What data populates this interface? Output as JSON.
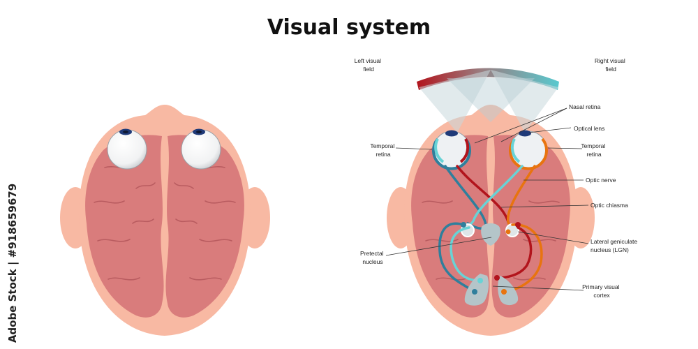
{
  "title": "Visual system",
  "watermark": "Adobe Stock | #918659679",
  "labels": {
    "left_field": [
      "Left visual",
      "field"
    ],
    "right_field": [
      "Right visual",
      "field"
    ],
    "nasal_retina": "Nasal retina",
    "optical_lens": "Optical lens",
    "temporal_retina_left": [
      "Temporal",
      "retina"
    ],
    "temporal_retina_right": [
      "Temporal",
      "retina"
    ],
    "optic_nerve": "Optic nerve",
    "optic_chiasma": "Optic chiasma",
    "lgn": [
      "Lateral geniculate",
      "nucleus (LGN)"
    ],
    "pretectal": [
      "Pretectal",
      "nucleus"
    ],
    "primary_visual": [
      "Primary visual",
      "cortex"
    ]
  },
  "colors": {
    "skin": "#f8b9a3",
    "brain": "#d97c7c",
    "sulcus": "#b95c60",
    "left_pathway_dark": "#2f7f9c",
    "left_pathway_light": "#68d3d6",
    "right_pathway_dark": "#b2141c",
    "right_pathway_orange": "#e8740f",
    "structures": "#b4c5c9"
  }
}
